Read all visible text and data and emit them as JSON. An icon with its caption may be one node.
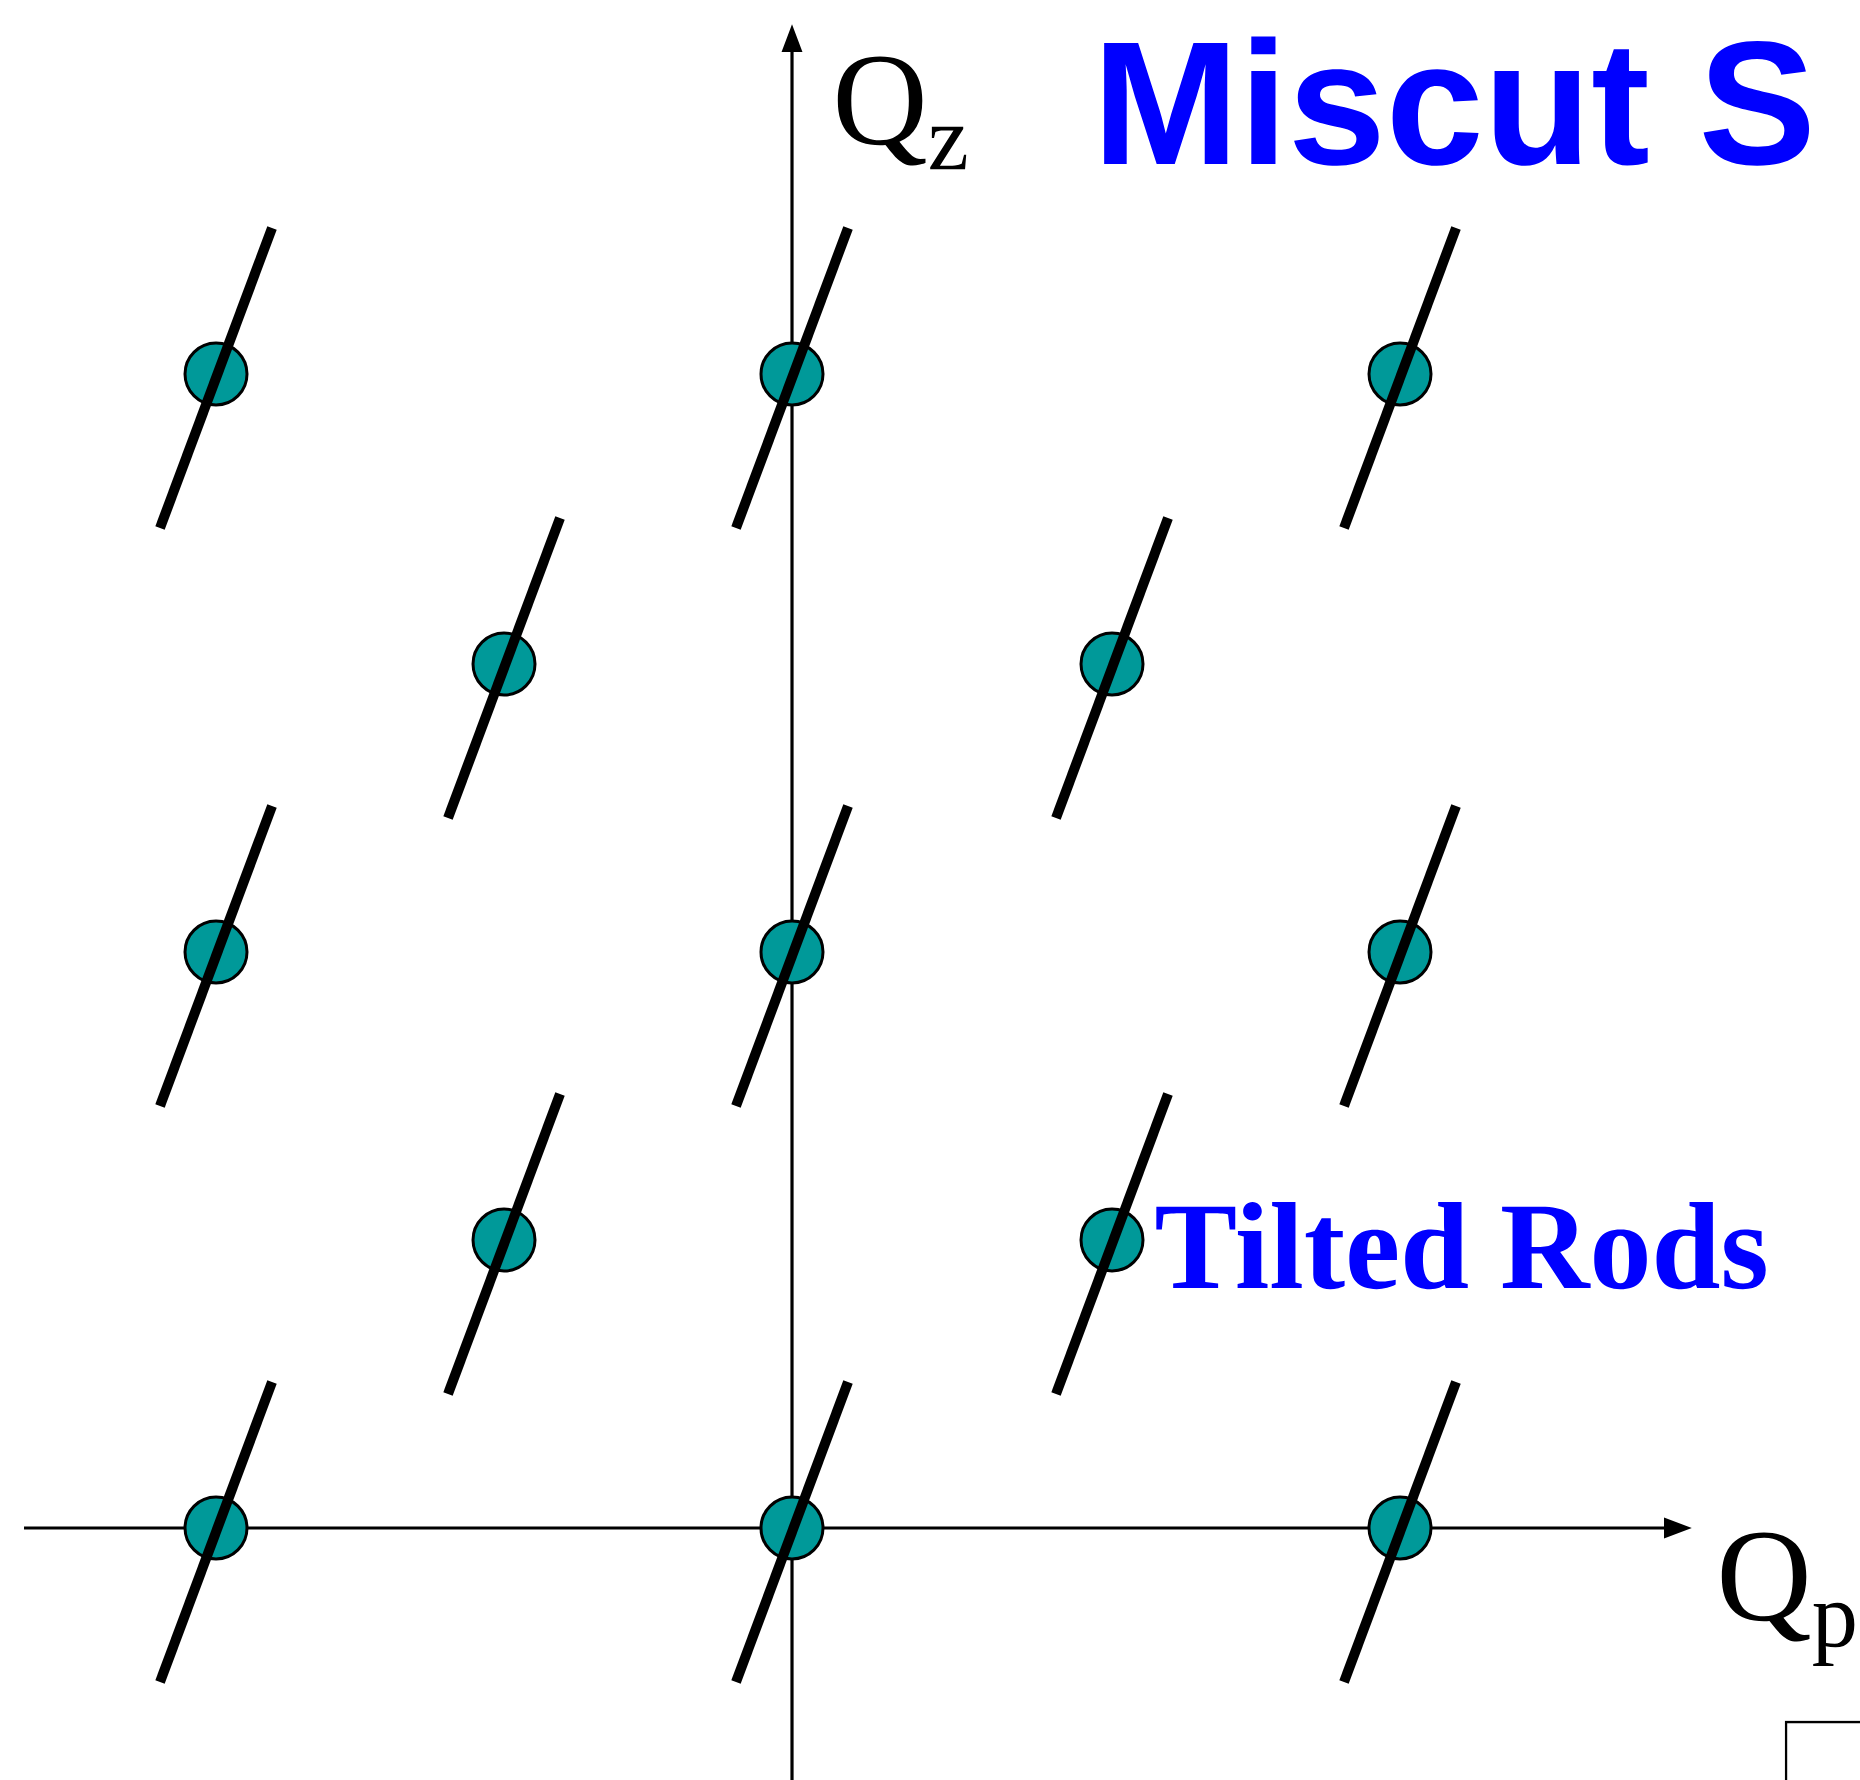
{
  "diagram": {
    "title": "Miscut S",
    "labels": [
      "Q$_{z}$",
      "Tilted Rods",
      "Q$_{p}$"
    ]
  }
}
